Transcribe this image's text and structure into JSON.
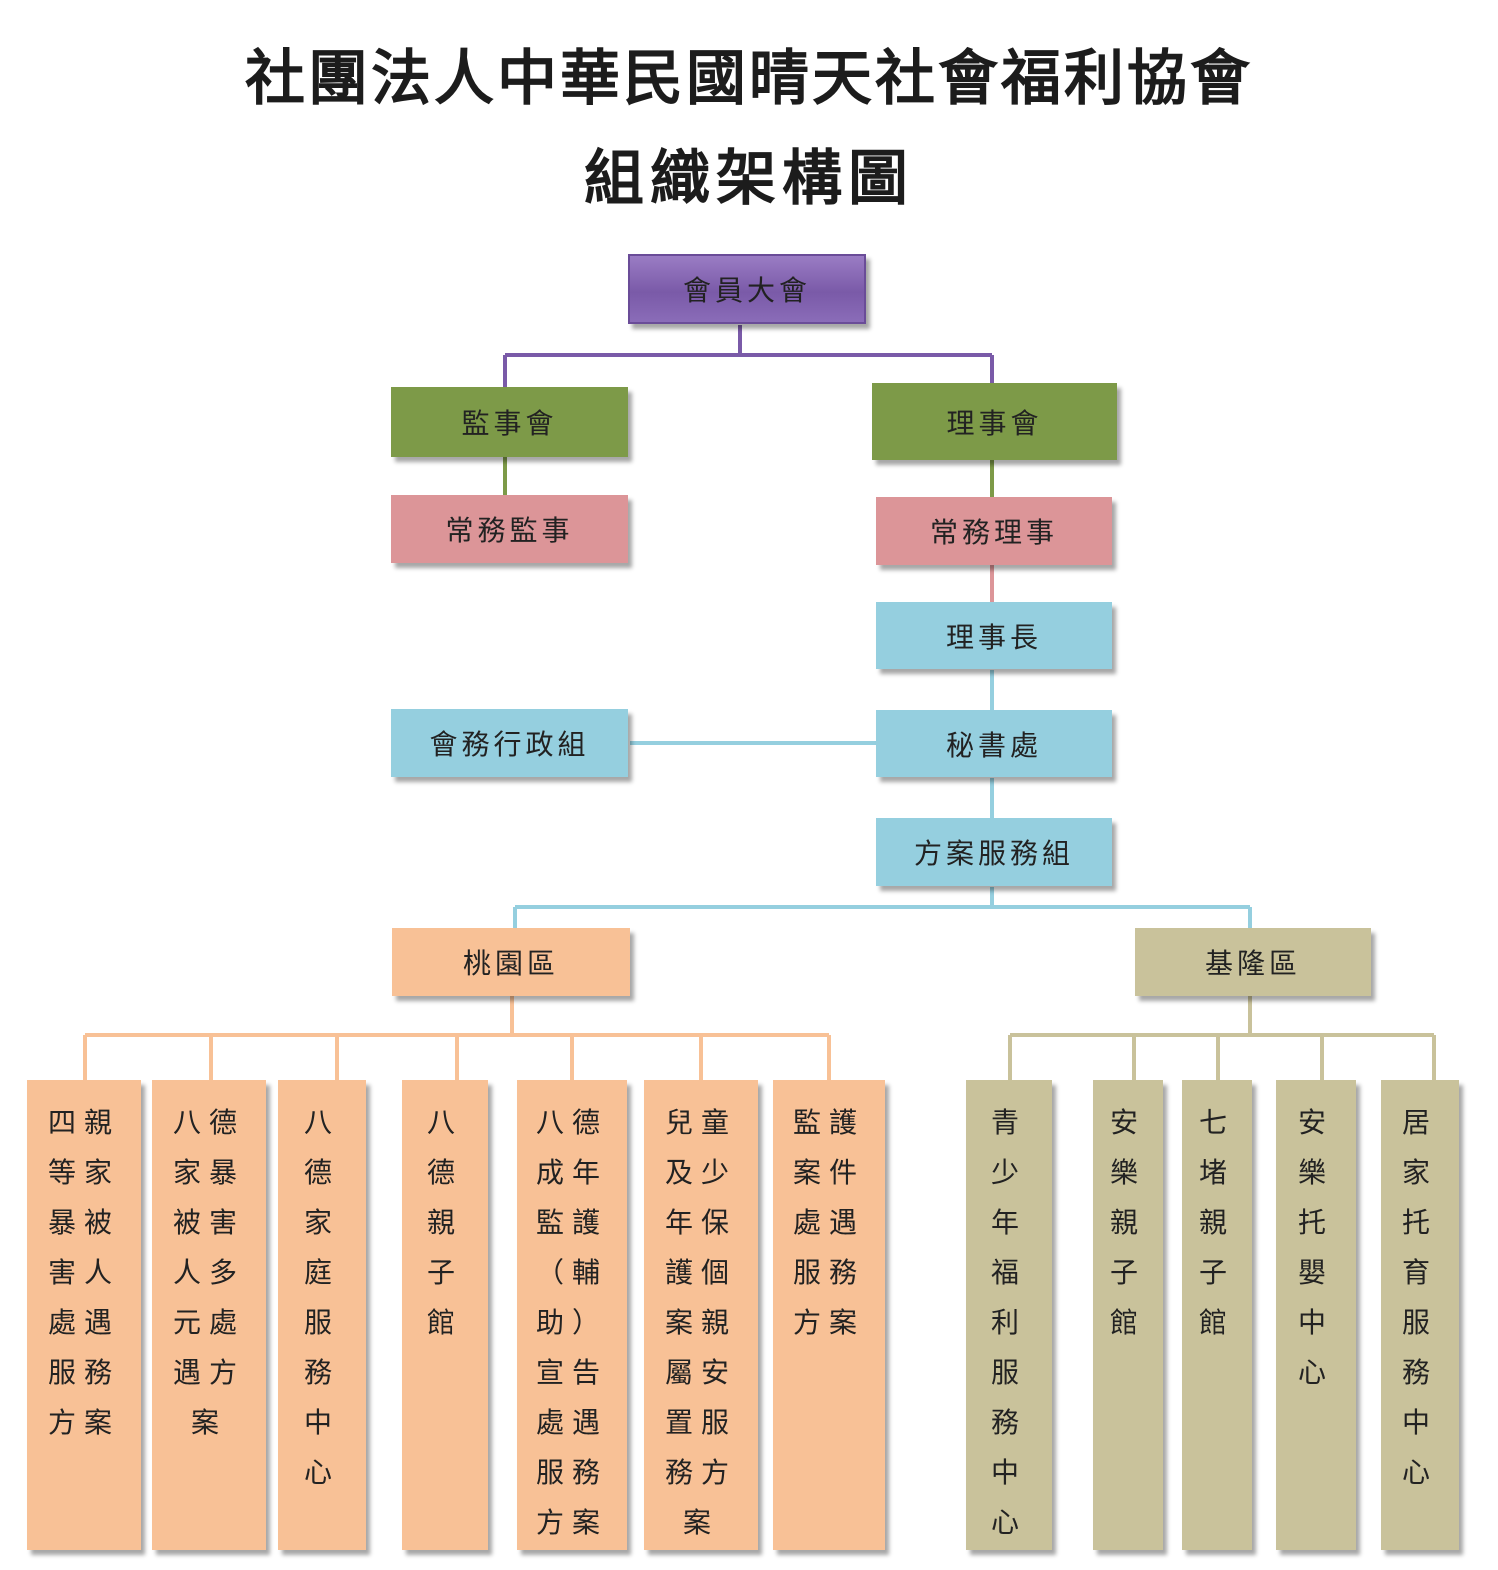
{
  "title_line1": "社團法人中華民國晴天社會福利協會",
  "title_line2": "組織架構圖",
  "nodes": {
    "general_assembly": "會員大會",
    "supervisors_board": "監事會",
    "directors_board": "理事會",
    "standing_supervisor": "常務監事",
    "standing_director": "常務理事",
    "chairman": "理事長",
    "admin_group": "會務行政組",
    "secretariat": "秘書處",
    "program_group": "方案服務組",
    "taoyuan": "桃園區",
    "keelung": "基隆區"
  },
  "taoyuan_units": [
    "四親\n等家\n暴被\n害人\n處遇\n服務\n方案",
    "八德\n家暴\n被害\n人多\n元處\n遇方\n案",
    "八\n德\n家\n庭\n服\n務\n中\n心",
    "八\n德\n親\n子\n館",
    "八德\n成年\n監護\n（輔\n助）\n宣告\n處遇\n服務\n方案",
    "兒童\n及少\n年保\n護個\n案親\n屬安\n置服\n務方\n案",
    "監護\n案件\n處遇\n服務\n方案"
  ],
  "keelung_units": [
    "青\n少\n年\n福\n利\n服\n務\n中\n心",
    "安\n樂\n親\n子\n館",
    "七\n堵\n親\n子\n館",
    "安\n樂\n托\n嬰\n中\n心",
    "居\n家\n托\n育\n服\n務\n中\n心"
  ],
  "colors": {
    "purple": "#7a5aa8",
    "green": "#7d9a48",
    "pink": "#dc9598",
    "blue": "#95cfdf",
    "orange": "#f8c196",
    "khaki": "#c9c29b"
  }
}
